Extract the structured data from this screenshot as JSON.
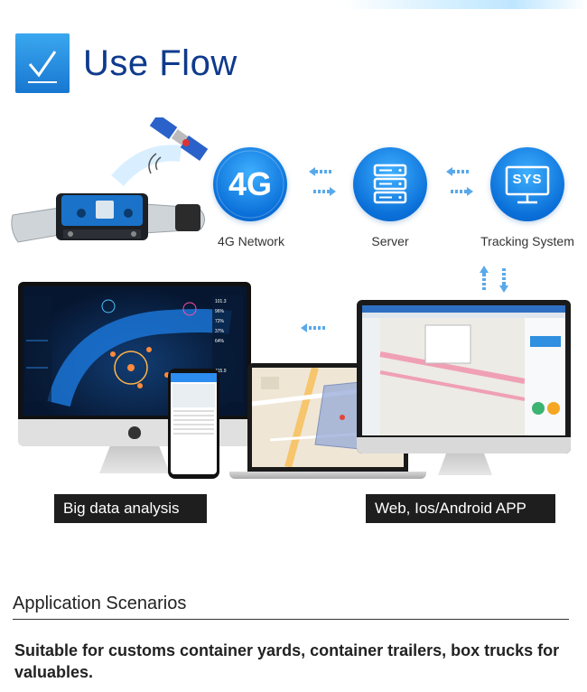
{
  "header": {
    "title": "Use Flow",
    "icon": "checkmark-icon"
  },
  "flow": {
    "nodes": [
      {
        "label": "4G Network",
        "icon_text": "4G",
        "icon": "4g-icon"
      },
      {
        "label": "Server",
        "icon": "server-icon"
      },
      {
        "label": "Tracking System",
        "icon_text": "SYS",
        "icon": "monitor-sys-icon"
      }
    ],
    "arrows": "double-arrow-icon"
  },
  "platforms": {
    "big_data_caption": "Big data analysis",
    "app_caption": "Web, Ios/Android APP",
    "big_data_readouts": [
      "101.3",
      "96%",
      "72%",
      "37%",
      "64%",
      "415.9"
    ]
  },
  "application": {
    "title": "Application Scenarios",
    "description": "Suitable for customs container yards, container trailers, box trucks for valuables."
  },
  "colors": {
    "title_blue": "#0f3a8d",
    "circle_blue": "#0a6fd8",
    "arrow_blue": "#5aa9ea",
    "caption_bg": "#1e1e1e"
  }
}
